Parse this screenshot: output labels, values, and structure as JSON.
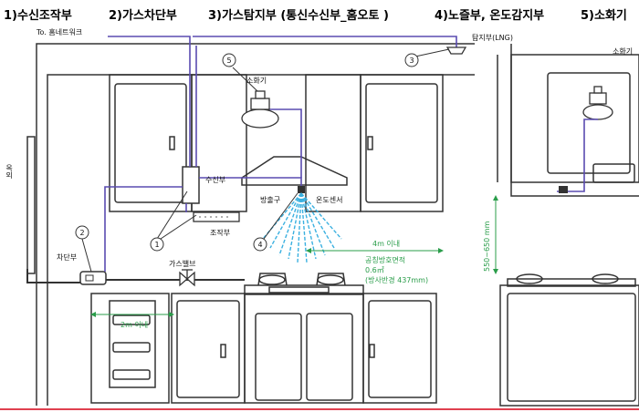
{
  "header": {
    "items": [
      "1)수신조작부",
      "2)가스차단부",
      "3)가스탐지부 (통신수신부_홈오토 )",
      "4)노즐부, 온도감지부",
      "5)소화기"
    ]
  },
  "labels": {
    "network": "To. 홈네트워크",
    "detector": "탐지부(LNG)",
    "fire_ext_left": "소화기",
    "fire_ext_right": "소화기",
    "receiver": "수신부",
    "control": "조작부",
    "shutoff": "차단부",
    "gas_valve": "가스밸브",
    "nozzle": "방출구",
    "temp_sensor": "온도센서",
    "outside": "옥외",
    "distance_2m": "2m 이내",
    "distance_4m": "4m 이내",
    "area_title": "공칭방호면적",
    "area_value": "0.6㎡",
    "area_radius": "(방사반경 437mm)",
    "height_range": "550~650 mm"
  },
  "callouts": [
    "1",
    "1",
    "2",
    "3",
    "4",
    "5"
  ],
  "colors": {
    "wire": "#5a4bb0",
    "spray": "#3ab0e0",
    "green": "#2a9d4a",
    "line": "#333333",
    "bottom_rule": "#e04050"
  }
}
